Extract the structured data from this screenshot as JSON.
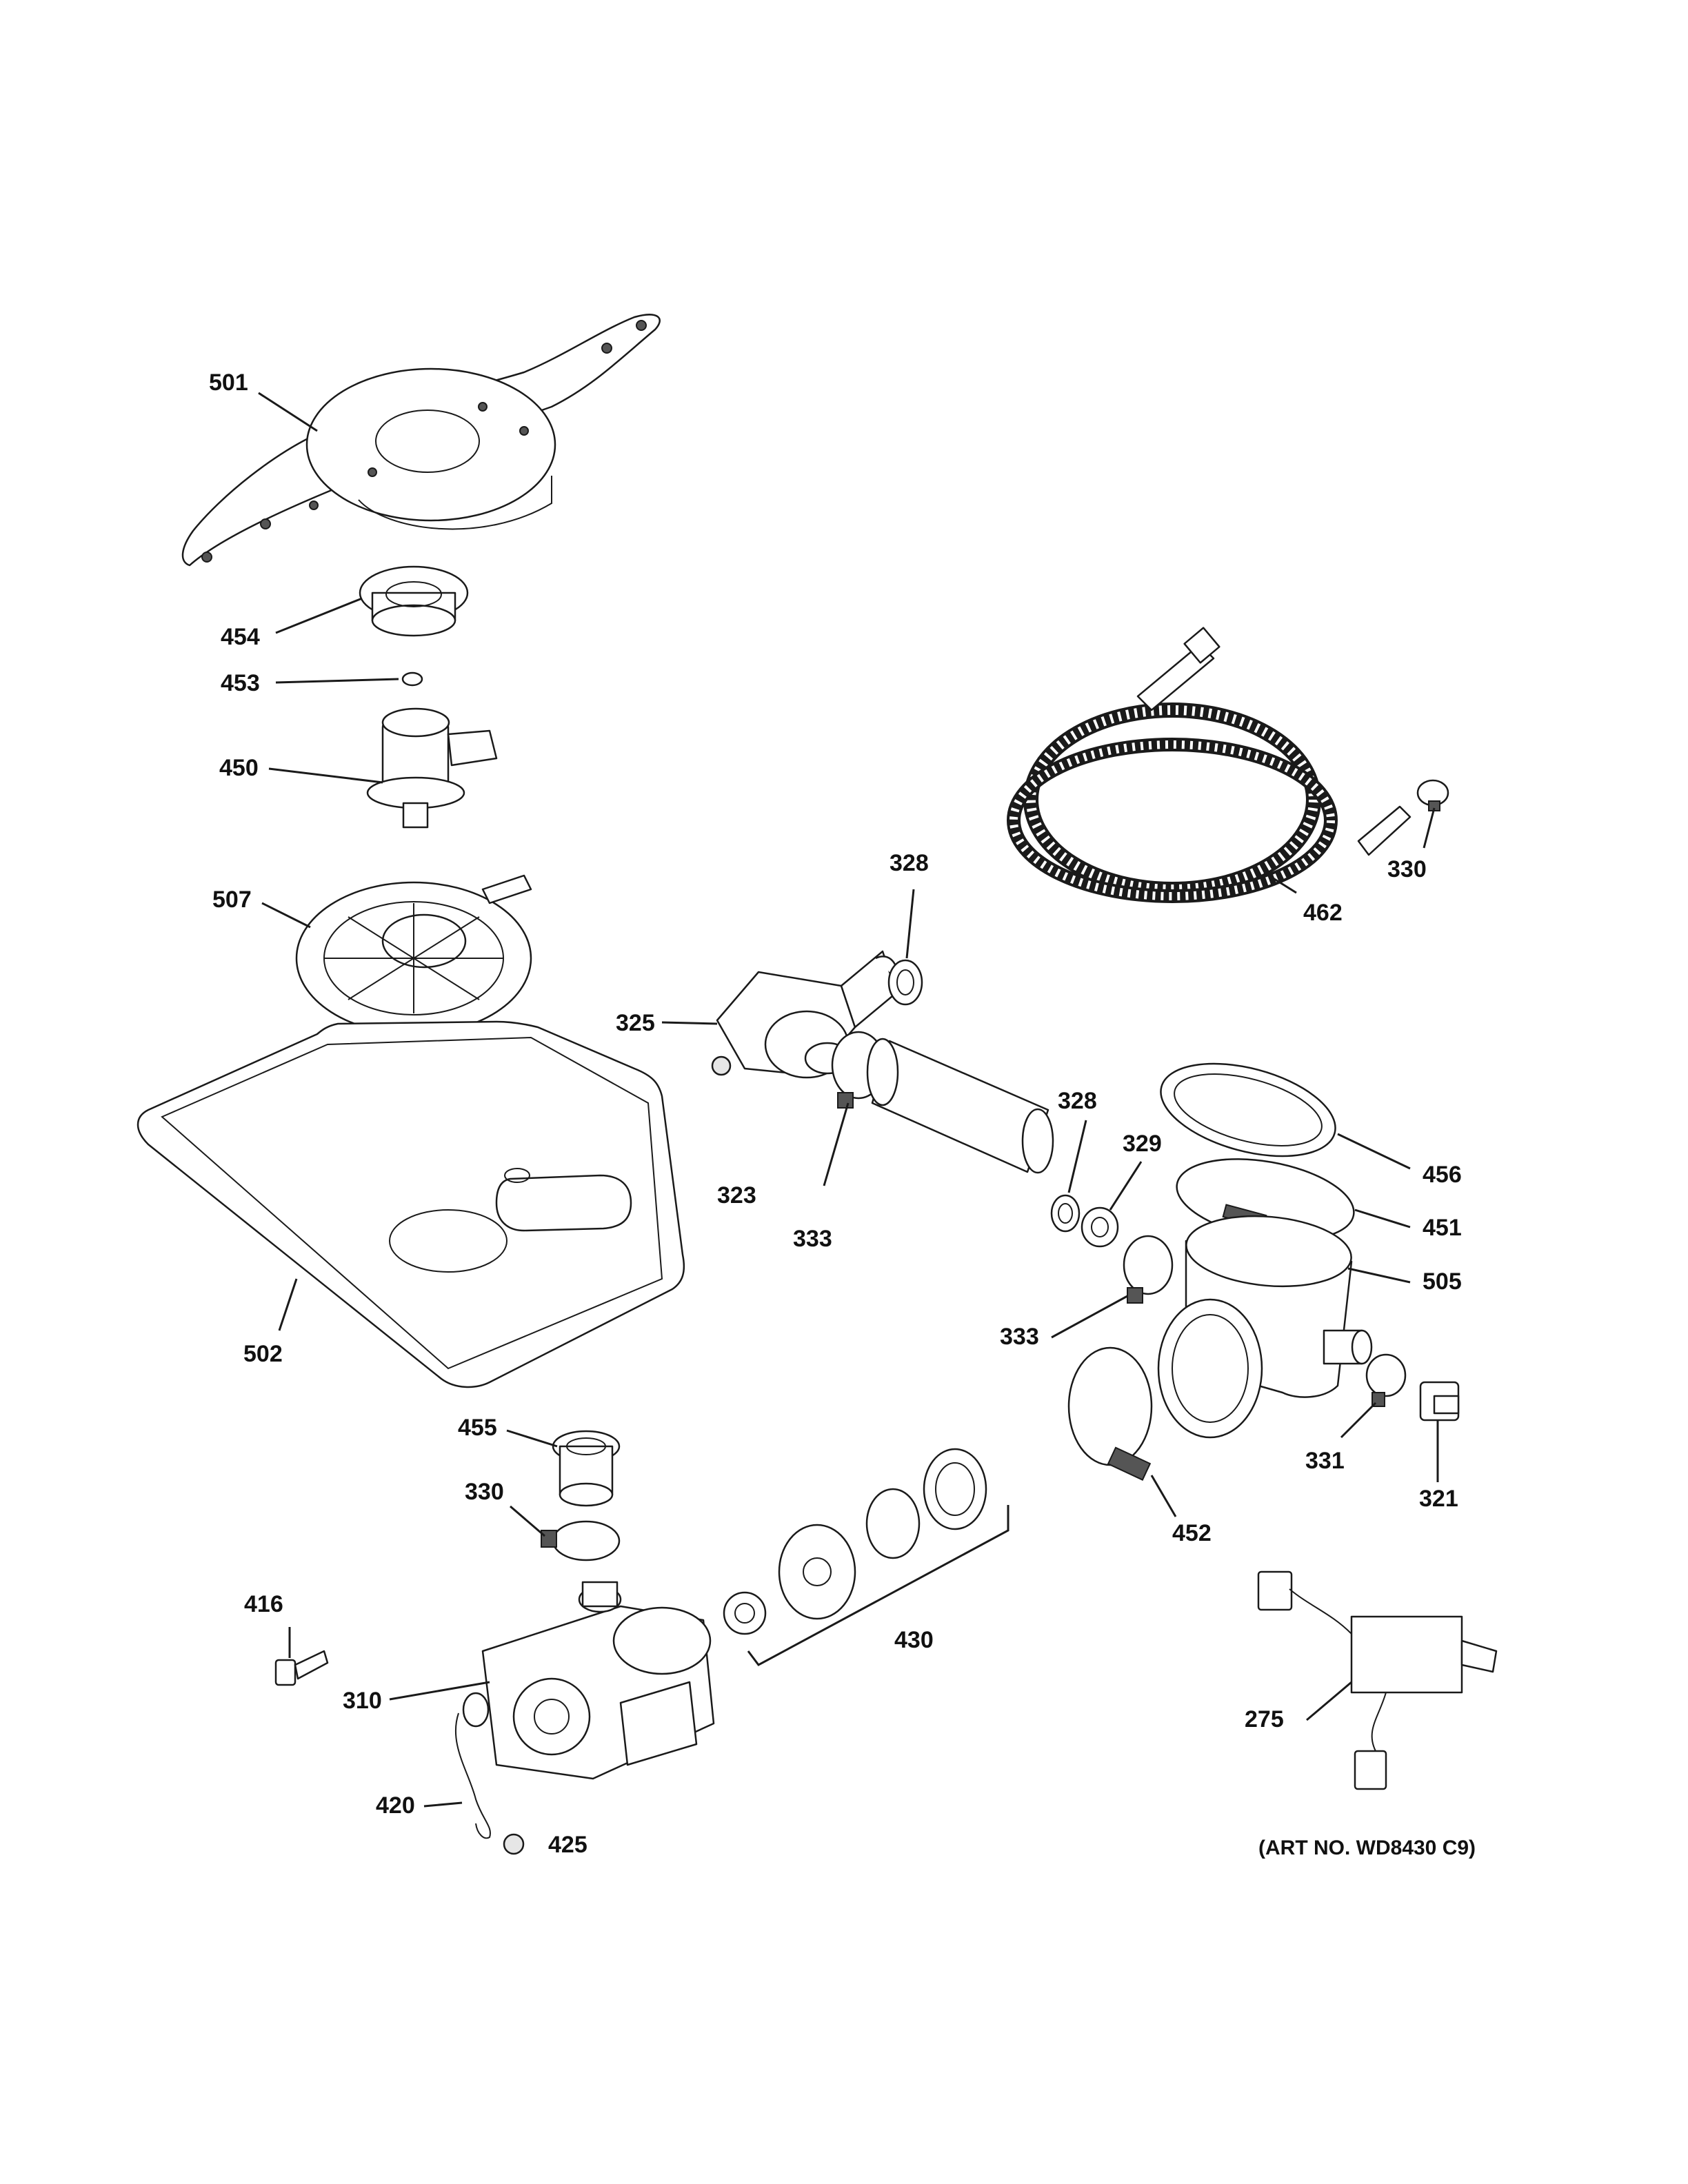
{
  "callouts": {
    "c501": "501",
    "c454": "454",
    "c453": "453",
    "c450": "450",
    "c507": "507",
    "c502": "502",
    "c455": "455",
    "c330a": "330",
    "c416": "416",
    "c310": "310",
    "c420": "420",
    "c425": "425",
    "c328a": "328",
    "c325": "325",
    "c323": "323",
    "c333a": "333",
    "c328b": "328",
    "c329": "329",
    "c333b": "333",
    "c430": "430",
    "c462": "462",
    "c330b": "330",
    "c456": "456",
    "c451": "451",
    "c505": "505",
    "c331": "331",
    "c321": "321",
    "c452": "452",
    "c275": "275"
  },
  "art_number": "(ART NO. WD8430 C9)"
}
